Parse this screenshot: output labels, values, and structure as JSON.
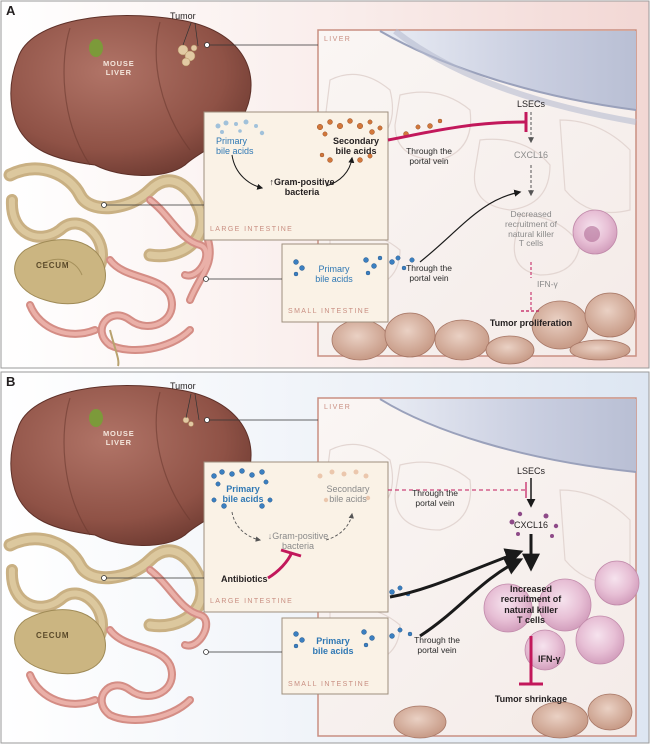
{
  "panel_a": {
    "letter": "A",
    "tumor": "Tumor",
    "mouse_liver": [
      "MOUSE",
      "LIVER"
    ],
    "cecum": "CECUM",
    "liver_section": "LIVER",
    "large_intestine": "LARGE INTESTINE",
    "small_intestine": "SMALL INTESTINE",
    "primary_bile_acids_li": [
      "Primary",
      "bile acids"
    ],
    "secondary_bile_acids": [
      "Secondary",
      "bile acids"
    ],
    "gram_positive": [
      "↑Gram-positive",
      "bacteria"
    ],
    "primary_bile_acids_si": [
      "Primary",
      "bile acids"
    ],
    "through_portal_vein_1": [
      "Through the",
      "portal vein"
    ],
    "through_portal_vein_2": [
      "Through the",
      "portal vein"
    ],
    "lsecs": "LSECs",
    "cxcl16": "CXCL16",
    "recruitment": [
      "Decreased",
      "recruitment of",
      "natural killer",
      "T cells"
    ],
    "ifn": "IFN-γ",
    "outcome": "Tumor proliferation"
  },
  "panel_b": {
    "letter": "B",
    "tumor": "Tumor",
    "mouse_liver": [
      "MOUSE",
      "LIVER"
    ],
    "cecum": "CECUM",
    "liver_section": "LIVER",
    "large_intestine": "LARGE INTESTINE",
    "small_intestine": "SMALL INTESTINE",
    "primary_bile_acids_li": [
      "Primary",
      "bile acids"
    ],
    "secondary_bile_acids": [
      "Secondary",
      "bile acids"
    ],
    "gram_positive": [
      "↓Gram-positive",
      "bacteria"
    ],
    "antibiotics": "Antibiotics",
    "primary_bile_acids_si": [
      "Primary",
      "bile acids"
    ],
    "through_portal_vein_1": [
      "Through the",
      "portal vein"
    ],
    "through_portal_vein_2": [
      "Through the",
      "portal vein"
    ],
    "lsecs": "LSECs",
    "cxcl16": "CXCL16",
    "recruitment": [
      "Increased",
      "recruitment of",
      "natural killer",
      "T cells"
    ],
    "ifn": "IFN-γ",
    "outcome": "Tumor shrinkage"
  },
  "colors": {
    "panel_a_bg": "#f7e4e2",
    "panel_b_bg": "#e6ecf5",
    "inhibition": "#c2185b",
    "primary_bile": "#2f78b4",
    "secondary_bile": "#c8622a",
    "liver_tissue": "#8c4f43",
    "large_intestine": "#cdb58a",
    "small_intestine": "#d9928a"
  }
}
